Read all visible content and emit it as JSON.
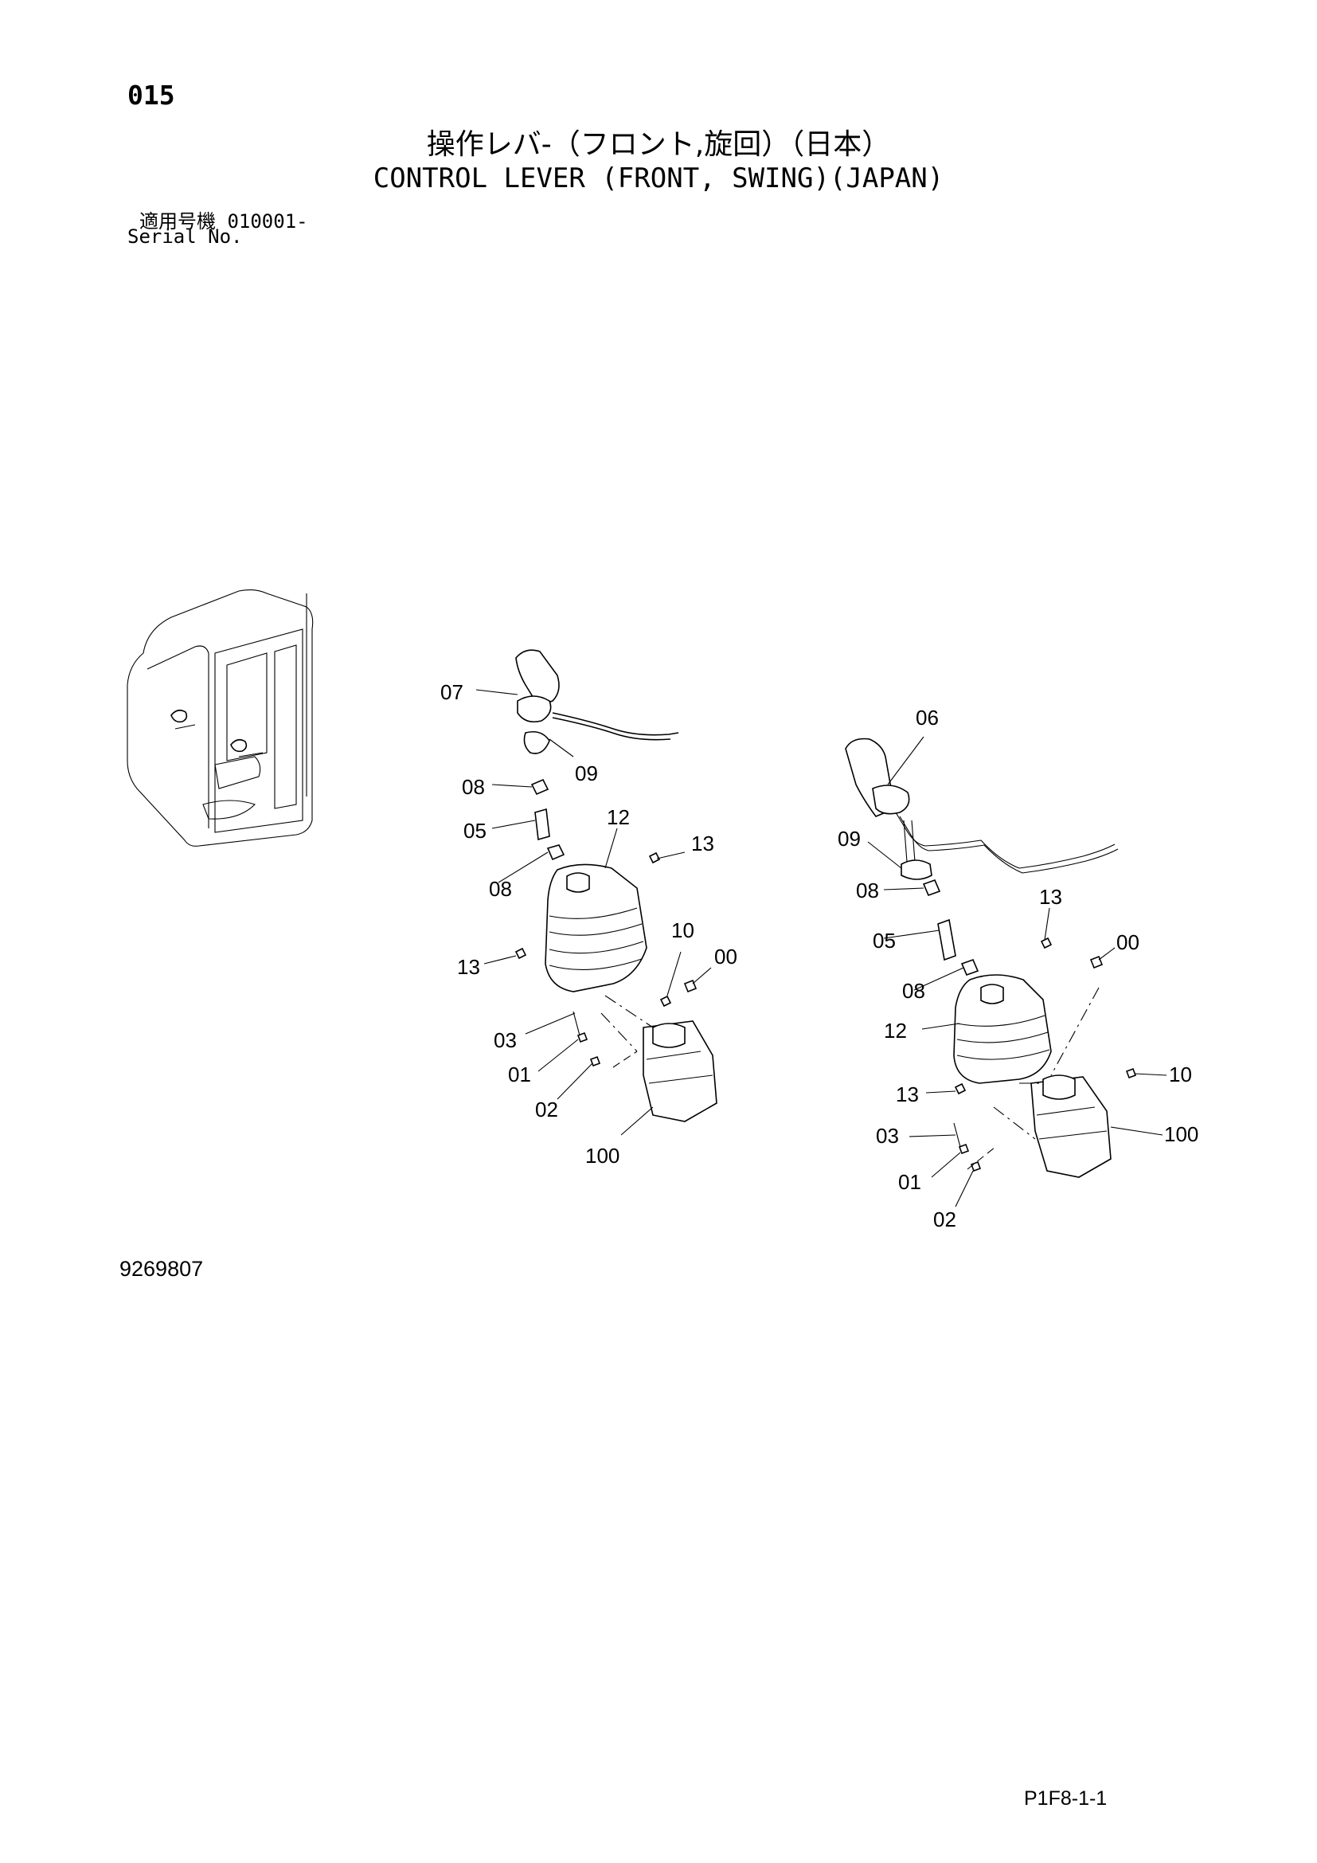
{
  "header": {
    "code": "015",
    "title_jp": "操作レバ-（フロント,旋回）（日本）",
    "title_en": "CONTROL LEVER (FRONT, SWING)(JAPAN)",
    "serial_label_jp": "適用号機",
    "serial_value": "010001-",
    "serial_label_en": "Serial No."
  },
  "footer": {
    "doc_number": "9269807",
    "page_ref": "P1F8-1-1"
  },
  "callouts": {
    "left": {
      "c07": "07",
      "c09": "09",
      "c08a": "08",
      "c05": "05",
      "c12": "12",
      "c13a": "13",
      "c08b": "08",
      "c13b": "13",
      "c10": "10",
      "c00": "00",
      "c03": "03",
      "c01": "01",
      "c02": "02",
      "c100": "100"
    },
    "right": {
      "c06": "06",
      "c09": "09",
      "c08a": "08",
      "c13a": "13",
      "c05": "05",
      "c00": "00",
      "c08b": "08",
      "c12": "12",
      "c10": "10",
      "c13b": "13",
      "c100": "100",
      "c03": "03",
      "c01": "01",
      "c02": "02"
    }
  }
}
